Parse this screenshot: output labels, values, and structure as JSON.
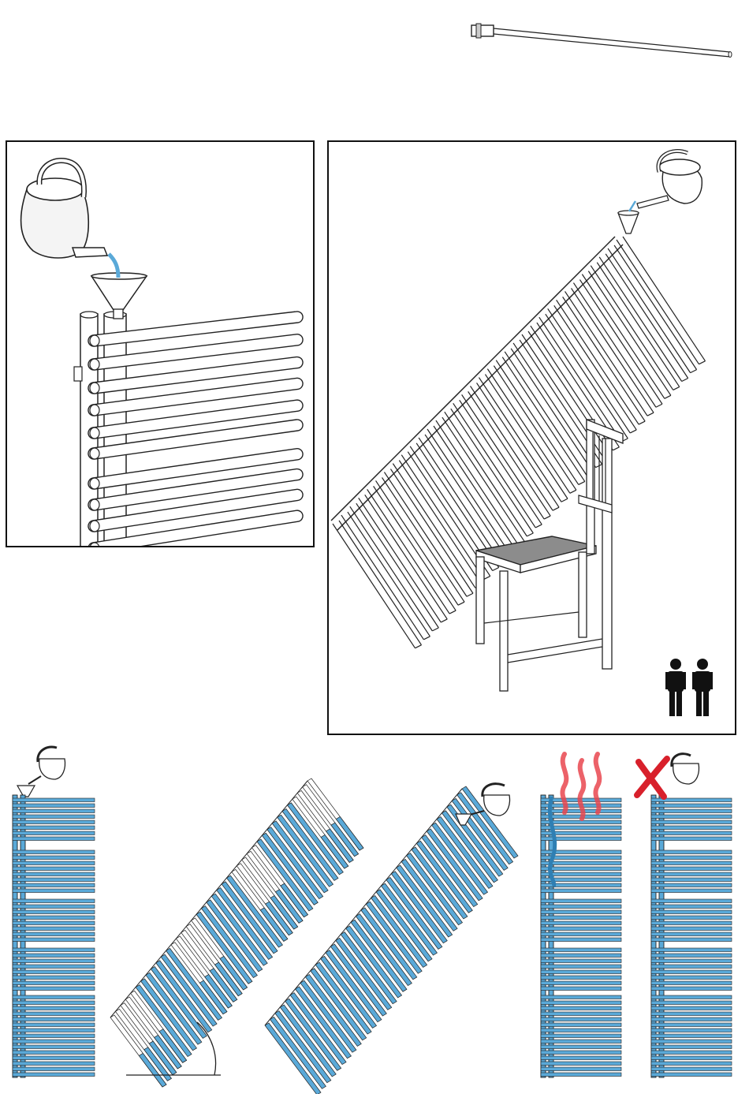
{
  "colors": {
    "line": "#222222",
    "fill_white": "#ffffff",
    "shade": "#e6e6e6",
    "water": "#5aa9d8",
    "water_dark": "#2f7fb3",
    "seat": "#8c8c8c",
    "heat": "#e9474f",
    "cross": "#d8202b",
    "person": "#111111"
  },
  "icons": {
    "kettle": "watering-can-icon",
    "funnel": "funnel-icon",
    "persons": "two-persons-icon",
    "heat": "heat-waves-icon",
    "cross": "cross-mark-icon"
  },
  "steps": [
    {
      "id": "pour-upright"
    },
    {
      "id": "pour-tilted-on-chair"
    },
    {
      "id": "fill-upright"
    },
    {
      "id": "fill-tilted-partial"
    },
    {
      "id": "fill-tilted-full"
    },
    {
      "id": "heat-check"
    },
    {
      "id": "refill-forbidden"
    }
  ]
}
